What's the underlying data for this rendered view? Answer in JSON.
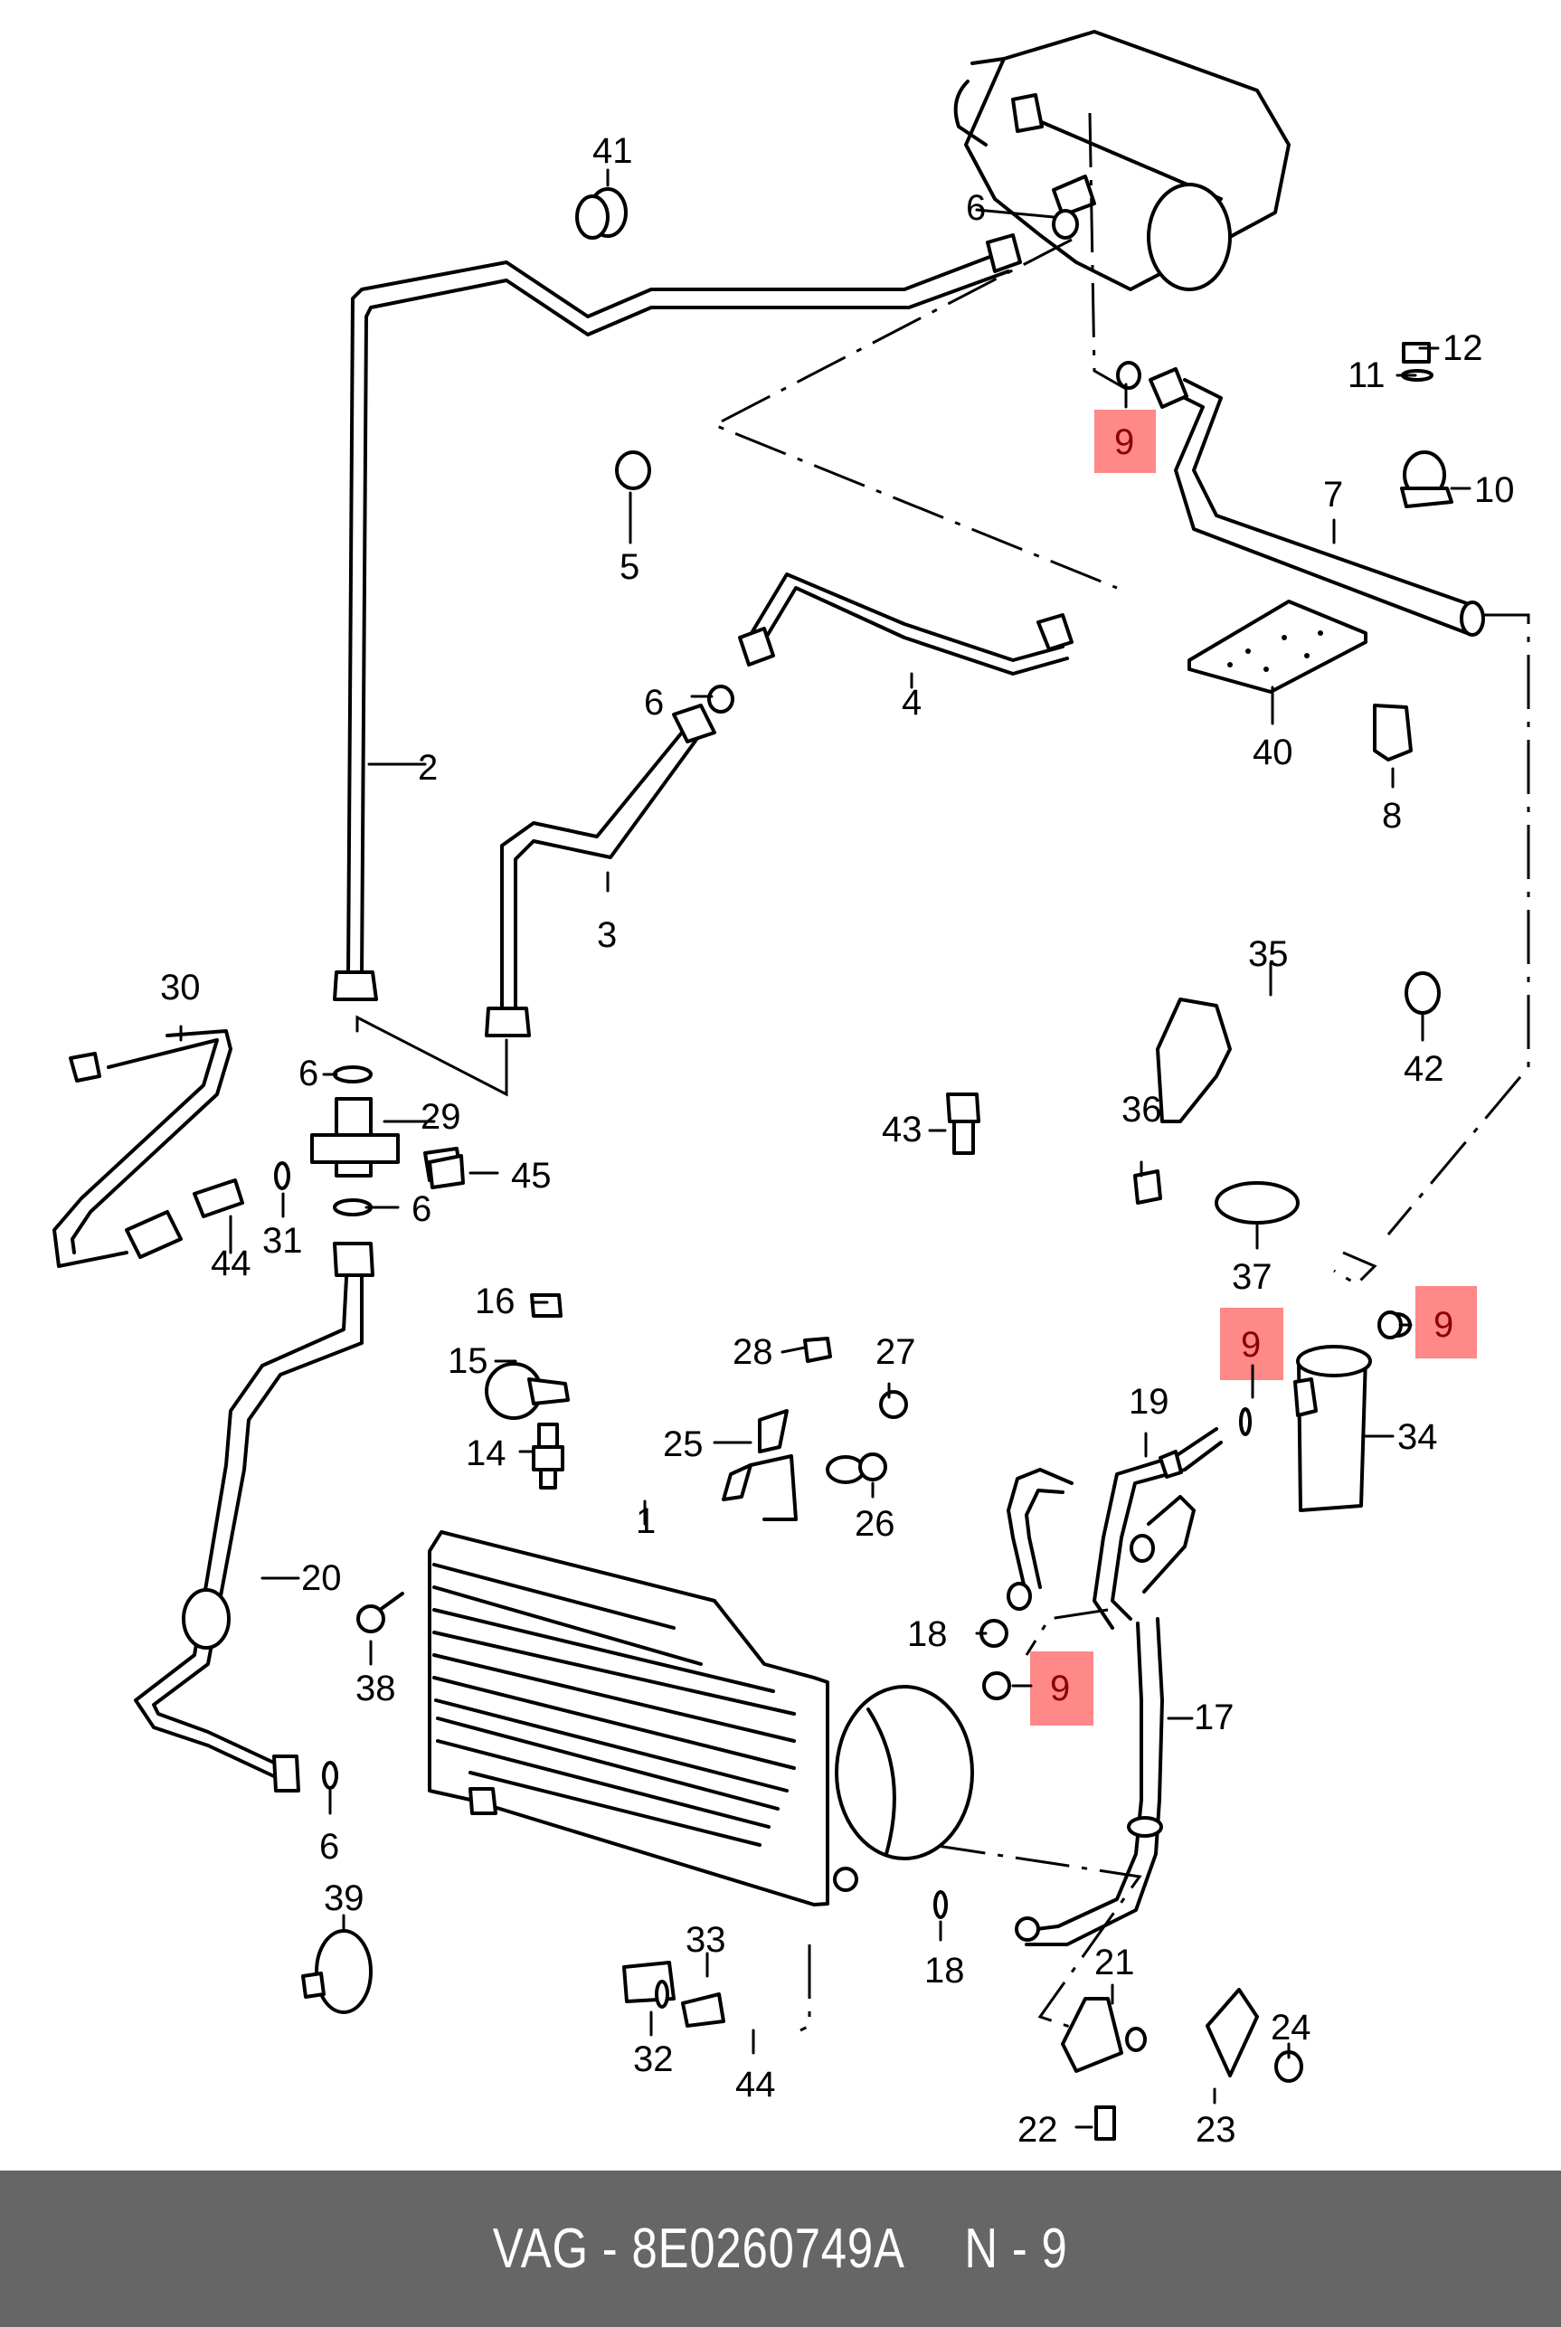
{
  "diagram": {
    "title": "A/C refrigerant circuit parts diagram",
    "highlight_color": "#ff8888",
    "highlight_text_color": "#8b0000",
    "labels": [
      {
        "id": "41",
        "text": "41"
      },
      {
        "id": "6a",
        "text": "6"
      },
      {
        "id": "9a",
        "text": "9",
        "highlighted": true
      },
      {
        "id": "12",
        "text": "12"
      },
      {
        "id": "11",
        "text": "11"
      },
      {
        "id": "10",
        "text": "10"
      },
      {
        "id": "5",
        "text": "5"
      },
      {
        "id": "7",
        "text": "7"
      },
      {
        "id": "6b",
        "text": "6"
      },
      {
        "id": "4",
        "text": "4"
      },
      {
        "id": "40",
        "text": "40"
      },
      {
        "id": "2",
        "text": "2"
      },
      {
        "id": "8",
        "text": "8"
      },
      {
        "id": "3",
        "text": "3"
      },
      {
        "id": "30",
        "text": "30"
      },
      {
        "id": "35",
        "text": "35"
      },
      {
        "id": "42",
        "text": "42"
      },
      {
        "id": "6c",
        "text": "6"
      },
      {
        "id": "29",
        "text": "29"
      },
      {
        "id": "43",
        "text": "43"
      },
      {
        "id": "36",
        "text": "36"
      },
      {
        "id": "45",
        "text": "45"
      },
      {
        "id": "6d",
        "text": "6"
      },
      {
        "id": "44a",
        "text": "44"
      },
      {
        "id": "31",
        "text": "31"
      },
      {
        "id": "37",
        "text": "37"
      },
      {
        "id": "16",
        "text": "16"
      },
      {
        "id": "9b",
        "text": "9",
        "highlighted": true
      },
      {
        "id": "9c",
        "text": "9",
        "highlighted": true
      },
      {
        "id": "15",
        "text": "15"
      },
      {
        "id": "28",
        "text": "28"
      },
      {
        "id": "27",
        "text": "27"
      },
      {
        "id": "19",
        "text": "19"
      },
      {
        "id": "34",
        "text": "34"
      },
      {
        "id": "14",
        "text": "14"
      },
      {
        "id": "25",
        "text": "25"
      },
      {
        "id": "26",
        "text": "26"
      },
      {
        "id": "1",
        "text": "1"
      },
      {
        "id": "20",
        "text": "20"
      },
      {
        "id": "18a",
        "text": "18"
      },
      {
        "id": "9d",
        "text": "9",
        "highlighted": true
      },
      {
        "id": "38",
        "text": "38"
      },
      {
        "id": "17",
        "text": "17"
      },
      {
        "id": "6e",
        "text": "6"
      },
      {
        "id": "39",
        "text": "39"
      },
      {
        "id": "33",
        "text": "33"
      },
      {
        "id": "18b",
        "text": "18"
      },
      {
        "id": "21",
        "text": "21"
      },
      {
        "id": "24",
        "text": "24"
      },
      {
        "id": "32",
        "text": "32"
      },
      {
        "id": "44b",
        "text": "44"
      },
      {
        "id": "23",
        "text": "23"
      },
      {
        "id": "22",
        "text": "22"
      }
    ]
  },
  "footer": {
    "brand": "VAG",
    "separator": "-",
    "part_number": "8E0260749A",
    "position_prefix": "N",
    "position_number": "9"
  }
}
